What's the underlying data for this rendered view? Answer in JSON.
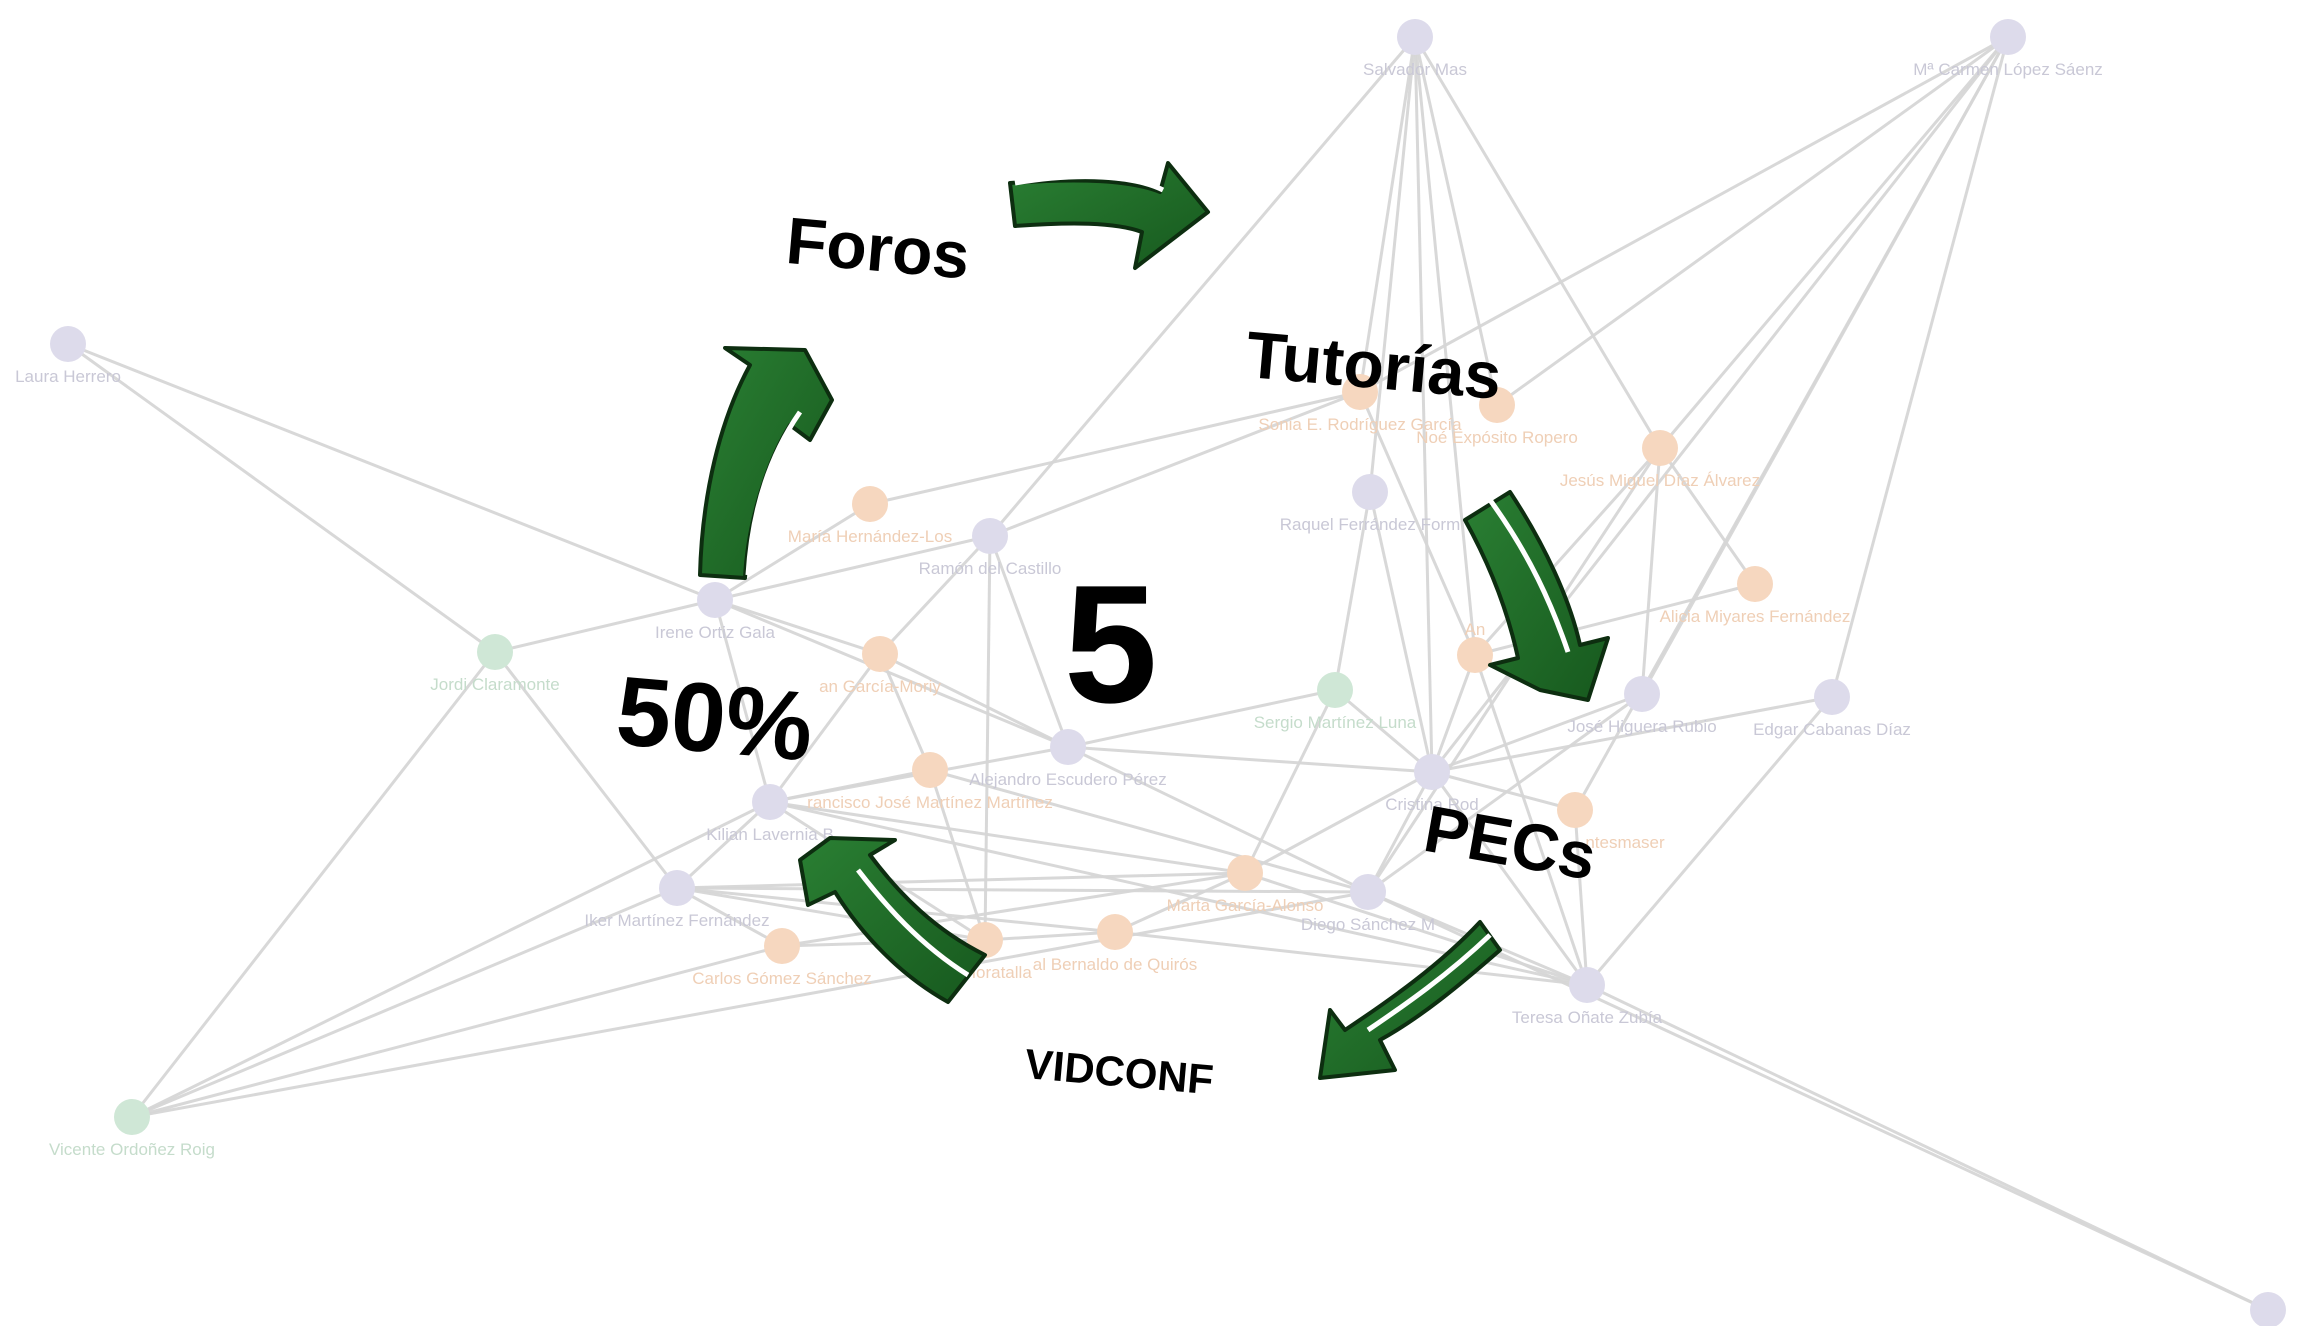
{
  "colors": {
    "arrow_fill": "#1e6b27",
    "arrow_edge": "#0d2e10",
    "edge": "#d6d6d6",
    "group_a": "#dddbeb",
    "group_b": "#f6d7bf",
    "group_c": "#cfe7d6",
    "label_a": "#c9c8d6",
    "label_b": "#efcfb6",
    "label_c": "#c5dccb"
  },
  "cycle": {
    "center_number": "5",
    "percent": "50%",
    "steps": [
      "Foros",
      "Tutorías",
      "PECs",
      "VIDCONF"
    ]
  },
  "network": {
    "nodes": [
      {
        "id": "salvador",
        "label": "Salvador Mas",
        "group": "a"
      },
      {
        "id": "mcarmen",
        "label": "Mª Carmen López Sáenz",
        "group": "a"
      },
      {
        "id": "laura",
        "label": "Laura Herrero",
        "group": "a"
      },
      {
        "id": "sonia",
        "label": "Sonia E. Rodríguez García",
        "group": "b"
      },
      {
        "id": "noe",
        "label": "Noé Expósito Ropero",
        "group": "b"
      },
      {
        "id": "jesus",
        "label": "Jesús Miguel Díaz Álvarez",
        "group": "b"
      },
      {
        "id": "raquel",
        "label": "Raquel Ferrández Form",
        "group": "a"
      },
      {
        "id": "maria",
        "label": "María Hernández-Los",
        "group": "b"
      },
      {
        "id": "ramon",
        "label": "Ramón del Castillo",
        "group": "a"
      },
      {
        "id": "alicia",
        "label": "Alicia Miyares Fernández",
        "group": "b"
      },
      {
        "id": "irene",
        "label": "Irene Ortiz Gala",
        "group": "a"
      },
      {
        "id": "jordi",
        "label": "Jordi Claramonte",
        "group": "c"
      },
      {
        "id": "juangm",
        "label": "an García-Moriy",
        "group": "b"
      },
      {
        "id": "sergio",
        "label": "Sergio Martínez Luna",
        "group": "c"
      },
      {
        "id": "josehr",
        "label": "José Higuera Rubio",
        "group": "a"
      },
      {
        "id": "edgar",
        "label": "Edgar Cabanas Díaz",
        "group": "a"
      },
      {
        "id": "alejandro",
        "label": "Alejandro Escudero Pérez",
        "group": "a"
      },
      {
        "id": "francisco",
        "label": "rancisco José Martínez Martínez",
        "group": "b"
      },
      {
        "id": "cristina",
        "label": "Cristina Rod",
        "group": "a"
      },
      {
        "id": "kilian",
        "label": "Kilian Lavernia B",
        "group": "a"
      },
      {
        "id": "an",
        "label": "An",
        "group": "b"
      },
      {
        "id": "fuentesmase",
        "label": "ntesmaser",
        "group": "b"
      },
      {
        "id": "iker",
        "label": "Iker Martínez Fernández",
        "group": "a"
      },
      {
        "id": "marta",
        "label": "Marta García-Alonso",
        "group": "b"
      },
      {
        "id": "diego",
        "label": "Diego Sánchez M",
        "group": "a"
      },
      {
        "id": "carlos",
        "label": "Carlos Gómez Sánchez",
        "group": "b"
      },
      {
        "id": "morat",
        "label": "go Moratalla",
        "group": "b"
      },
      {
        "id": "bernaldo",
        "label": "al Bernaldo de Quirós",
        "group": "b"
      },
      {
        "id": "teresa",
        "label": "Teresa Oñate Zubía",
        "group": "a"
      },
      {
        "id": "vicente",
        "label": "Vicente Ordoñez Roig",
        "group": "c"
      },
      {
        "id": "corner",
        "label": "",
        "group": "a"
      }
    ],
    "edges": [
      [
        "salvador",
        "raquel"
      ],
      [
        "salvador",
        "sonia"
      ],
      [
        "salvador",
        "jesus"
      ],
      [
        "salvador",
        "ramon"
      ],
      [
        "salvador",
        "noe"
      ],
      [
        "salvador",
        "cristina"
      ],
      [
        "salvador",
        "an"
      ],
      [
        "mcarmen",
        "noe"
      ],
      [
        "mcarmen",
        "jesus"
      ],
      [
        "mcarmen",
        "sonia"
      ],
      [
        "mcarmen",
        "edgar"
      ],
      [
        "mcarmen",
        "cristina"
      ],
      [
        "mcarmen",
        "josehr"
      ],
      [
        "mcarmen",
        "fuentesmase"
      ],
      [
        "laura",
        "irene"
      ],
      [
        "laura",
        "jordi"
      ],
      [
        "sonia",
        "maria"
      ],
      [
        "sonia",
        "ramon"
      ],
      [
        "sonia",
        "an"
      ],
      [
        "raquel",
        "cristina"
      ],
      [
        "raquel",
        "sergio"
      ],
      [
        "jesus",
        "alicia"
      ],
      [
        "jesus",
        "josehr"
      ],
      [
        "jesus",
        "an"
      ],
      [
        "jesus",
        "diego"
      ],
      [
        "maria",
        "irene"
      ],
      [
        "ramon",
        "juangm"
      ],
      [
        "ramon",
        "irene"
      ],
      [
        "ramon",
        "alejandro"
      ],
      [
        "ramon",
        "morat"
      ],
      [
        "irene",
        "jordi"
      ],
      [
        "irene",
        "juangm"
      ],
      [
        "irene",
        "kilian"
      ],
      [
        "irene",
        "alejandro"
      ],
      [
        "jordi",
        "iker"
      ],
      [
        "jordi",
        "vicente"
      ],
      [
        "juangm",
        "alejandro"
      ],
      [
        "juangm",
        "kilian"
      ],
      [
        "juangm",
        "francisco"
      ],
      [
        "alejandro",
        "sergio"
      ],
      [
        "alejandro",
        "diego"
      ],
      [
        "alejandro",
        "cristina"
      ],
      [
        "alejandro",
        "kilian"
      ],
      [
        "sergio",
        "cristina"
      ],
      [
        "sergio",
        "marta"
      ],
      [
        "josehr",
        "cristina"
      ],
      [
        "josehr",
        "diego"
      ],
      [
        "edgar",
        "teresa"
      ],
      [
        "edgar",
        "cristina"
      ],
      [
        "cristina",
        "teresa"
      ],
      [
        "cristina",
        "marta"
      ],
      [
        "cristina",
        "diego"
      ],
      [
        "cristina",
        "fuentesmase"
      ],
      [
        "francisco",
        "kilian"
      ],
      [
        "francisco",
        "morat"
      ],
      [
        "francisco",
        "diego"
      ],
      [
        "kilian",
        "iker"
      ],
      [
        "kilian",
        "vicente"
      ],
      [
        "kilian",
        "marta"
      ],
      [
        "kilian",
        "teresa"
      ],
      [
        "kilian",
        "morat"
      ],
      [
        "iker",
        "bernaldo"
      ],
      [
        "iker",
        "marta"
      ],
      [
        "iker",
        "diego"
      ],
      [
        "iker",
        "vicente"
      ],
      [
        "iker",
        "carlos"
      ],
      [
        "iker",
        "morat"
      ],
      [
        "morat",
        "bernaldo"
      ],
      [
        "bernaldo",
        "marta"
      ],
      [
        "bernaldo",
        "teresa"
      ],
      [
        "marta",
        "teresa"
      ],
      [
        "diego",
        "teresa"
      ],
      [
        "carlos",
        "vicente"
      ],
      [
        "carlos",
        "morat"
      ],
      [
        "teresa",
        "corner"
      ],
      [
        "teresa",
        "an"
      ],
      [
        "fuentesmase",
        "teresa"
      ],
      [
        "diego",
        "corner"
      ],
      [
        "vicente",
        "diego"
      ],
      [
        "carlos",
        "marta"
      ],
      [
        "alicia",
        "an"
      ],
      [
        "an",
        "cristina"
      ]
    ]
  }
}
